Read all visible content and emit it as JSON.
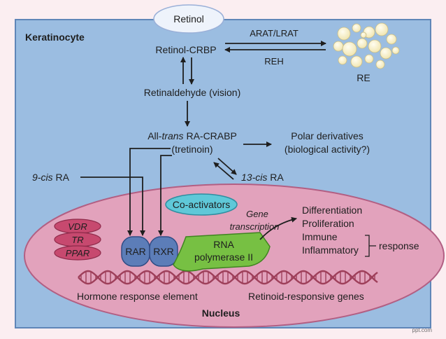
{
  "cell": {
    "title": "Keratinocyte"
  },
  "top_badge": {
    "label": "Retinol"
  },
  "cytoplasm": {
    "retinol_crbp": "Retinol-CRBP",
    "arat_lrat": "ARAT/LRAT",
    "reh": "REH",
    "re": "RE",
    "retinaldehyde": "Retinaldehyde (vision)",
    "atra_prefix": "All-",
    "atra_italic": "trans",
    "atra_suffix": " RA-CRABP",
    "tretinoin": "(tretinoin)",
    "polar_line1": "Polar derivatives",
    "polar_line2": "(biological activity?)",
    "cis13_italic": "13-cis",
    "cis13_suffix": " RA",
    "cis9_italic": "9-cis",
    "cis9_suffix": " RA"
  },
  "nucleus": {
    "title": "Nucleus",
    "coactivators": "Co-activators",
    "gene_transcription_line1": "Gene",
    "gene_transcription_line2": "transcription",
    "receptors": [
      "VDR",
      "TR",
      "PPAR"
    ],
    "rar": "RAR",
    "rxr": "RXR",
    "rna_pol_line1": "RNA",
    "rna_pol_line2": "polymerase II",
    "effects": [
      "Differentiation",
      "Proliferation",
      "Immune",
      "Inflammatory"
    ],
    "response": "response",
    "hre": "Hormone response element",
    "genes": "Retinoid-responsive genes"
  },
  "footer": {
    "watermark": "ppt.com"
  },
  "colors": {
    "cell_fill": "#9bbde1",
    "cell_stroke": "#5f86b8",
    "nucleus_fill": "#e2a2bc",
    "nucleus_stroke": "#b25f83",
    "receptor_fill": "#c7496f",
    "rar_rxr_fill": "#5c7db8",
    "coactivator_fill": "#5fc8d8",
    "rna_pol_fill": "#77c043",
    "dna_color": "#9e3f5a"
  }
}
